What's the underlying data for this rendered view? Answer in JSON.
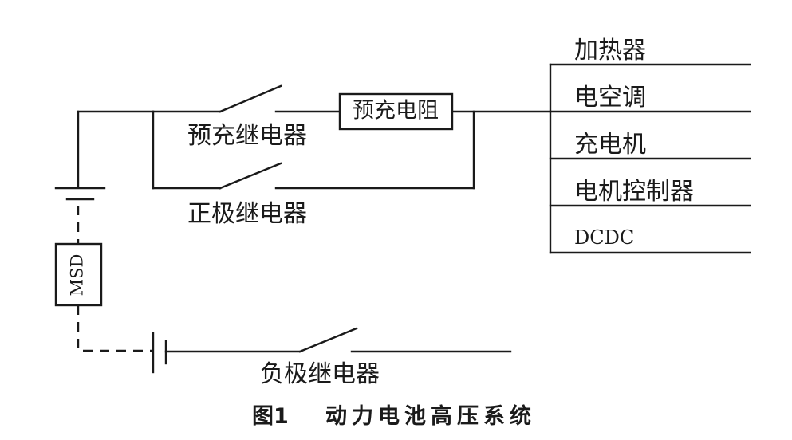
{
  "labels": {
    "precharge_relay": "预充继电器",
    "precharge_resistor": "预充电阻",
    "positive_relay": "正极继电器",
    "negative_relay": "负极继电器",
    "msd": "MSD"
  },
  "loads": [
    "加热器",
    "电空调",
    "充电机",
    "电机控制器",
    "DCDC"
  ],
  "caption": {
    "number": "图1",
    "title": "动力电池高压系统"
  }
}
